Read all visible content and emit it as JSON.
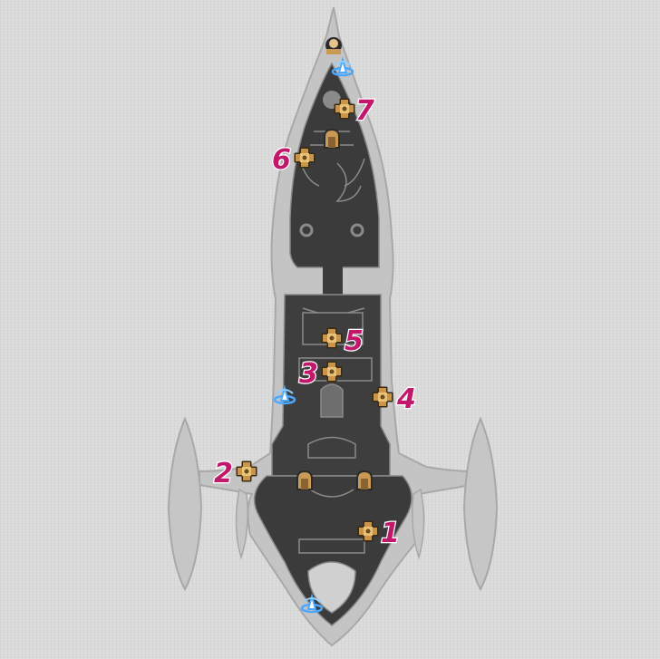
{
  "map": {
    "colors": {
      "background": "#dadada",
      "hull_light": "#c4c4c4",
      "hull_outline": "#a8a8a8",
      "deck_dark": "#3b3b3b",
      "deck_line": "#8a8a8a",
      "chest": "#c08a3c",
      "number": "#c2186b",
      "warp": "#4aa8ff"
    },
    "chest_markers": [
      {
        "label": "1"
      },
      {
        "label": "2"
      },
      {
        "label": "3"
      },
      {
        "label": "4"
      },
      {
        "label": "5"
      },
      {
        "label": "6"
      },
      {
        "label": "7"
      }
    ],
    "icons": {
      "chest": "precious-chest-icon",
      "warp": "space-anchor-icon",
      "door": "door-icon",
      "npc": "npc-icon"
    }
  }
}
